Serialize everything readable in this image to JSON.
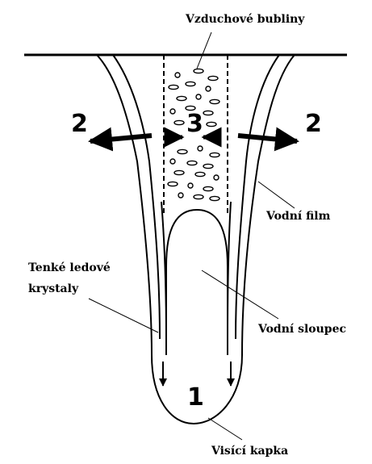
{
  "labels": {
    "air_bubbles": "Vzduchové bubliny",
    "water_film": "Vodní film",
    "ice_crystals_line1": "Tenké ledové",
    "ice_crystals_line2": "krystaly",
    "water_column": "Vodní sloupec",
    "hanging_drop": "Visící kapka"
  },
  "markers": {
    "outward_left": "2",
    "outward_right": "2",
    "inward": "3",
    "drop": "1"
  }
}
